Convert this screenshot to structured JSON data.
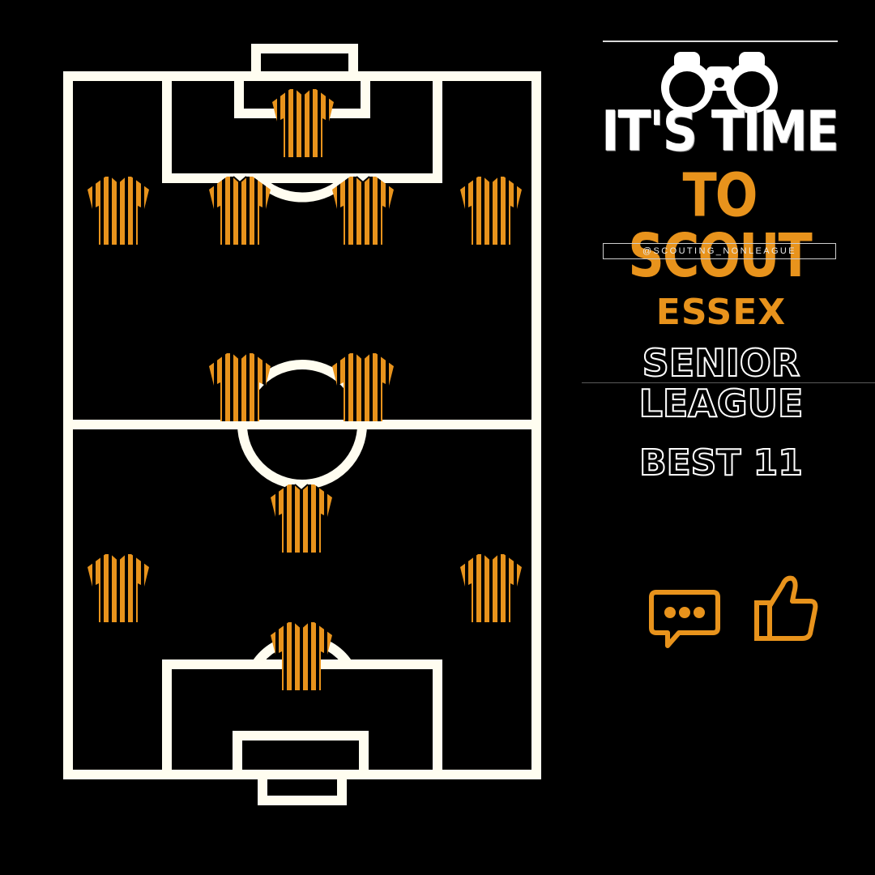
{
  "brand": {
    "title_line1": "IT'S TIME",
    "title_line2": "TO SCOUT",
    "handle": "@SCOUTING_NONLEAGUE",
    "logo_icon": "binoculars-icon"
  },
  "heading": {
    "league_name": "ESSEX",
    "league_line1": "SENIOR",
    "league_line2": "LEAGUE",
    "subtitle": "BEST 11"
  },
  "actions": {
    "comment_icon": "comment-icon",
    "like_icon": "thumbs-up-icon"
  },
  "pitch": {
    "line_color": "#fffdf0",
    "shirt_color": "#e8931c",
    "shirt_stripe_color": "#000000",
    "players": [
      {
        "position": "opponent-goalkeeper"
      },
      {
        "position": "opponent-left-back"
      },
      {
        "position": "opponent-centre-back-1"
      },
      {
        "position": "opponent-centre-back-2"
      },
      {
        "position": "opponent-right-back"
      },
      {
        "position": "forward-left"
      },
      {
        "position": "forward-right"
      },
      {
        "position": "attacking-midfield"
      },
      {
        "position": "left-midfield"
      },
      {
        "position": "right-midfield"
      },
      {
        "position": "goalkeeper"
      }
    ]
  },
  "colors": {
    "background": "#000000",
    "accent": "#e8931c",
    "text": "#ffffff"
  }
}
